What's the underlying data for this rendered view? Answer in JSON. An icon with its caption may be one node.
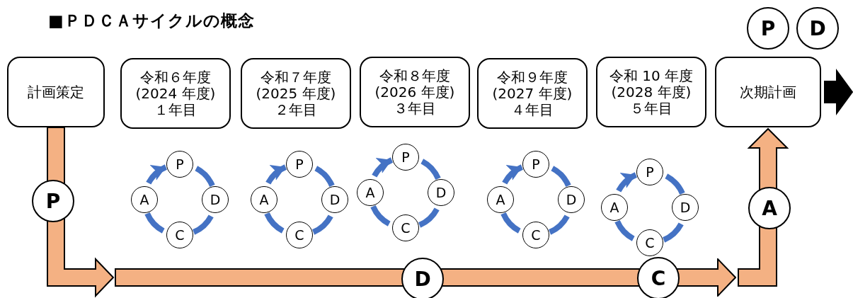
{
  "diagram": {
    "title": "■ＰＤＣＡサイクルの概念",
    "nodes": [
      {
        "text": [
          "P"
        ]
      },
      {
        "text": [
          "D"
        ]
      },
      {
        "text": [
          "計画策定"
        ]
      },
      {
        "text": [
          "令和６年度",
          "(2024 年度)",
          "１年目"
        ]
      },
      {
        "text": [
          "令和７年度",
          "(2025 年度)",
          "２年目"
        ]
      },
      {
        "text": [
          "令和８年度",
          "(2026 年度)",
          "３年目"
        ]
      },
      {
        "text": [
          "令和９年度",
          "(2027 年度)",
          "４年目"
        ]
      },
      {
        "text": [
          "令和 10 年度",
          "(2028 年度)",
          "５年目"
        ]
      },
      {
        "text": [
          "次期計画"
        ]
      },
      {
        "text": [
          "P"
        ]
      },
      {
        "text": [
          "A"
        ]
      },
      {
        "text": [
          "P"
        ]
      },
      {
        "text": [
          "A"
        ]
      },
      {
        "text": [
          "D"
        ]
      },
      {
        "text": [
          "C"
        ]
      },
      {
        "text": [
          "P"
        ]
      },
      {
        "text": [
          "A"
        ]
      },
      {
        "text": [
          "D"
        ]
      },
      {
        "text": [
          "C"
        ]
      },
      {
        "text": [
          "P"
        ]
      },
      {
        "text": [
          "A"
        ]
      },
      {
        "text": [
          "D"
        ]
      },
      {
        "text": [
          "C"
        ]
      },
      {
        "text": [
          "P"
        ]
      },
      {
        "text": [
          "A"
        ]
      },
      {
        "text": [
          "D"
        ]
      },
      {
        "text": [
          "C"
        ]
      },
      {
        "text": [
          "P"
        ]
      },
      {
        "text": [
          "A"
        ]
      },
      {
        "text": [
          "D"
        ]
      },
      {
        "text": [
          "C"
        ]
      },
      {
        "text": [],
        "shape": "bar"
      },
      {
        "text": [
          "D"
        ]
      },
      {
        "text": [
          "C"
        ]
      }
    ],
    "edges": [
      {
        "from": 2,
        "to": 31,
        "arrow": "to",
        "style": "thick",
        "color": "#f4b183"
      },
      {
        "from": 31,
        "to": 8,
        "arrow": "to",
        "style": "thick",
        "color": "#f4b183"
      },
      {
        "from": 8,
        "to": null,
        "arrow": "to",
        "style": "thick",
        "color": "#000000"
      },
      {
        "from": 11,
        "to": 13,
        "arrow": "none"
      },
      {
        "from": 13,
        "to": 14,
        "arrow": "none"
      },
      {
        "from": 14,
        "to": 12,
        "arrow": "none"
      },
      {
        "from": 12,
        "to": 11,
        "arrow": "to"
      },
      {
        "from": 15,
        "to": 17,
        "arrow": "none"
      },
      {
        "from": 17,
        "to": 18,
        "arrow": "none"
      },
      {
        "from": 18,
        "to": 16,
        "arrow": "none"
      },
      {
        "from": 16,
        "to": 15,
        "arrow": "to"
      },
      {
        "from": 19,
        "to": 21,
        "arrow": "none"
      },
      {
        "from": 21,
        "to": 22,
        "arrow": "none"
      },
      {
        "from": 22,
        "to": 20,
        "arrow": "none"
      },
      {
        "from": 20,
        "to": 19,
        "arrow": "to"
      },
      {
        "from": 23,
        "to": 25,
        "arrow": "none"
      },
      {
        "from": 25,
        "to": 26,
        "arrow": "none"
      },
      {
        "from": 26,
        "to": 24,
        "arrow": "none"
      },
      {
        "from": 24,
        "to": 23,
        "arrow": "to"
      },
      {
        "from": 27,
        "to": 29,
        "arrow": "none"
      },
      {
        "from": 29,
        "to": 30,
        "arrow": "none"
      },
      {
        "from": 30,
        "to": 28,
        "arrow": "none"
      },
      {
        "from": 28,
        "to": 27,
        "arrow": "to"
      }
    ]
  }
}
